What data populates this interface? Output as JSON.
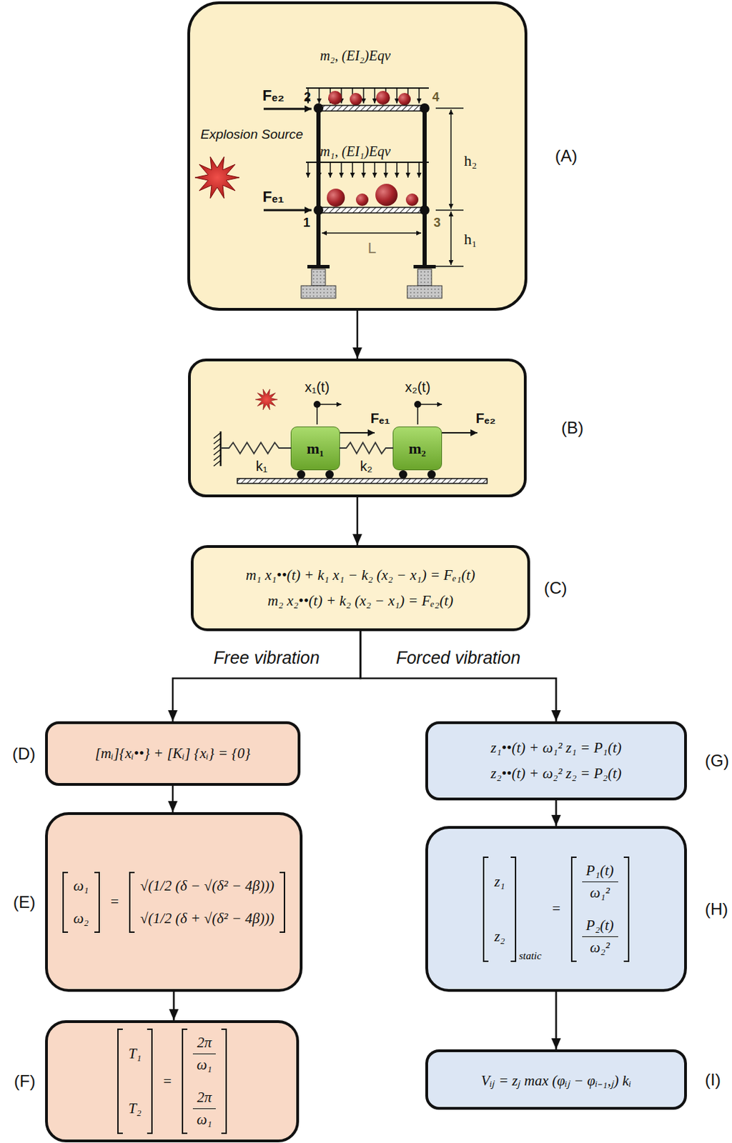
{
  "diagram": {
    "nodes": [
      {
        "text": [
          "(A)"
        ]
      },
      {
        "text": [
          "(B)"
        ]
      },
      {
        "text": [
          "m₁"
        ],
        "in": 1
      },
      {
        "text": [
          "m₂"
        ],
        "in": 1
      },
      {
        "text": [
          "(C)",
          "m₁ x₁••(t) + k₁ x₁ − k₂ (x₂ − x₁) = Fₑ₁(t)",
          "m₂ x₂••(t) + k₂ (x₂ − x₁) = Fₑ₂(t)"
        ]
      },
      {
        "text": [
          "(D)",
          "[mᵢ]{xᵢ••} + [Kᵢ] {xᵢ} = {0}"
        ]
      },
      {
        "text": [
          "(E)",
          "ω₁",
          "ω₂",
          "=",
          "√(1/2 (δ − √(δ² − 4β)))",
          "√(1/2 (δ + √(δ² − 4β)))"
        ]
      },
      {
        "text": [
          "(F)",
          "T₁",
          "T₂",
          "=",
          "2π",
          "ω₁",
          "2π",
          "ω₁"
        ]
      },
      {
        "text": [
          "(G)",
          "z₁••(t) + ω₁² z₁ = P₁(t)",
          "z₂••(t) + ω₂² z₂ = P₂(t)"
        ]
      },
      {
        "text": [
          "(H)",
          "z₁",
          "z₂",
          "static",
          "=",
          "P₁(t)",
          "ω₁²",
          "P₂(t)",
          "ω₂²"
        ]
      },
      {
        "text": [
          "(I)",
          "Vᵢⱼ = zⱼ max (φᵢⱼ − φᵢ₋₁,ⱼ) kᵢ"
        ]
      }
    ],
    "edges": [
      {
        "from": 0,
        "to": 1,
        "arrow": "to"
      },
      {
        "from": 1,
        "to": 4,
        "arrow": "to"
      },
      {
        "from": 4,
        "to": 5,
        "arrow": "to",
        "label": "Free vibration"
      },
      {
        "from": 4,
        "to": 8,
        "arrow": "to",
        "label": "Forced vibration"
      },
      {
        "from": 5,
        "to": 6,
        "arrow": "to"
      },
      {
        "from": 6,
        "to": 7,
        "arrow": "to"
      },
      {
        "from": 8,
        "to": 9,
        "arrow": "to"
      },
      {
        "from": 9,
        "to": 10,
        "arrow": "to"
      }
    ],
    "labels": [
      "m₂, (EI₂)Eqv",
      "Fₑ₂",
      "2",
      "4",
      "Explosion Source",
      "m₁, (EI₁)Eqv",
      "h₂",
      "Fₑ₁",
      "1",
      "3",
      "L",
      "h₁",
      "x₁(t)",
      "x₂(t)",
      "Fₑ₁",
      "Fₑ₂",
      "k₁",
      "k₂"
    ]
  }
}
